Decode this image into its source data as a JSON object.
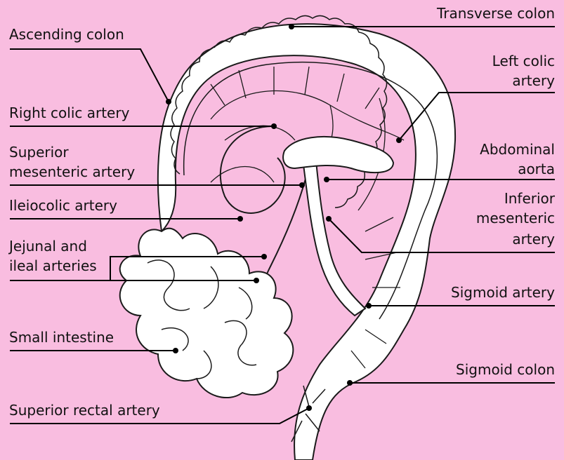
{
  "colors": {
    "background": "#f9bde0",
    "organ_fill": "#ffffff",
    "outline": "#1a1a1a",
    "leader": "#000000"
  },
  "labels": {
    "transverse_colon": "Transverse colon",
    "ascending_colon": "Ascending colon",
    "left_colic_artery_1": "Left colic",
    "left_colic_artery_2": "artery",
    "right_colic_artery": "Right colic artery",
    "superior_mesenteric_1": "Superior",
    "superior_mesenteric_2": "mesenteric artery",
    "abdominal_aorta_1": "Abdominal",
    "abdominal_aorta_2": "aorta",
    "ileocolic_artery": "Ileiocolic artery",
    "inferior_mesenteric_1": "Inferior",
    "inferior_mesenteric_2": "mesenteric",
    "inferior_mesenteric_3": "artery",
    "jejunal_1": "Jejunal and",
    "jejunal_2": "ileal arteries",
    "sigmoid_artery": "Sigmoid artery",
    "small_intestine": "Small intestine",
    "sigmoid_colon": "Sigmoid colon",
    "superior_rectal_artery": "Superior rectal artery"
  }
}
